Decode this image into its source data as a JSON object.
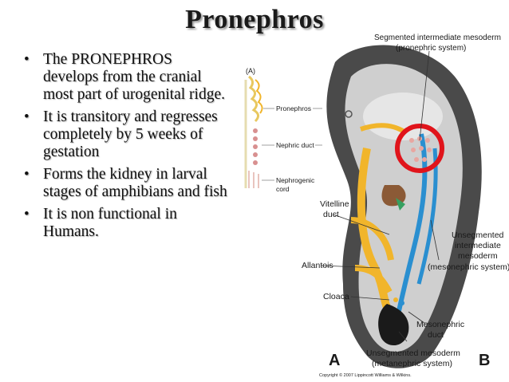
{
  "slide": {
    "title": "Pronephros",
    "bullets": [
      "The PRONEPHROS develops from the cranial most part of urogenital ridge.",
      "It is transitory and regresses completely by 5 weeks of gestation",
      "Forms the kidney in larval stages of amphibians and fish",
      "It is non functional in Humans."
    ]
  },
  "figure": {
    "panel_a_letter_small": "(A)",
    "inset_labels": [
      "Pronephros",
      "Nephric duct",
      "Nephrogenic",
      "cord"
    ],
    "top_label": [
      "Segmented intermediate mesoderm",
      "(pronephric system)"
    ],
    "left_labels": {
      "vitelline": [
        "Vitelline",
        "duct"
      ],
      "allantois": "Allantois",
      "cloaca": "Cloaca"
    },
    "right_labels": {
      "unsegmented_intermediate": [
        "Unsegmented",
        "intermediate",
        "mesoderm",
        "(mesonephric system)"
      ],
      "mesonephric_duct": [
        "Mesonephric",
        "duct"
      ]
    },
    "bottom_label": [
      "Unsegmented mesoderm",
      "(metanephric system)"
    ],
    "panel_a": "A",
    "panel_b": "B",
    "copyright": "Copyright © 2007 Lippincott Williams & Wilkins.",
    "colors": {
      "embryo_dark": "#4a4a4a",
      "embryo_light": "#cfcfcf",
      "mesoderm_yellow": "#f1b52b",
      "duct_blue": "#2a8fd0",
      "nephrotome_pink": "#e8a6a0",
      "highlight_red": "#e0141b",
      "gut_brown": "#8b5a36"
    }
  }
}
